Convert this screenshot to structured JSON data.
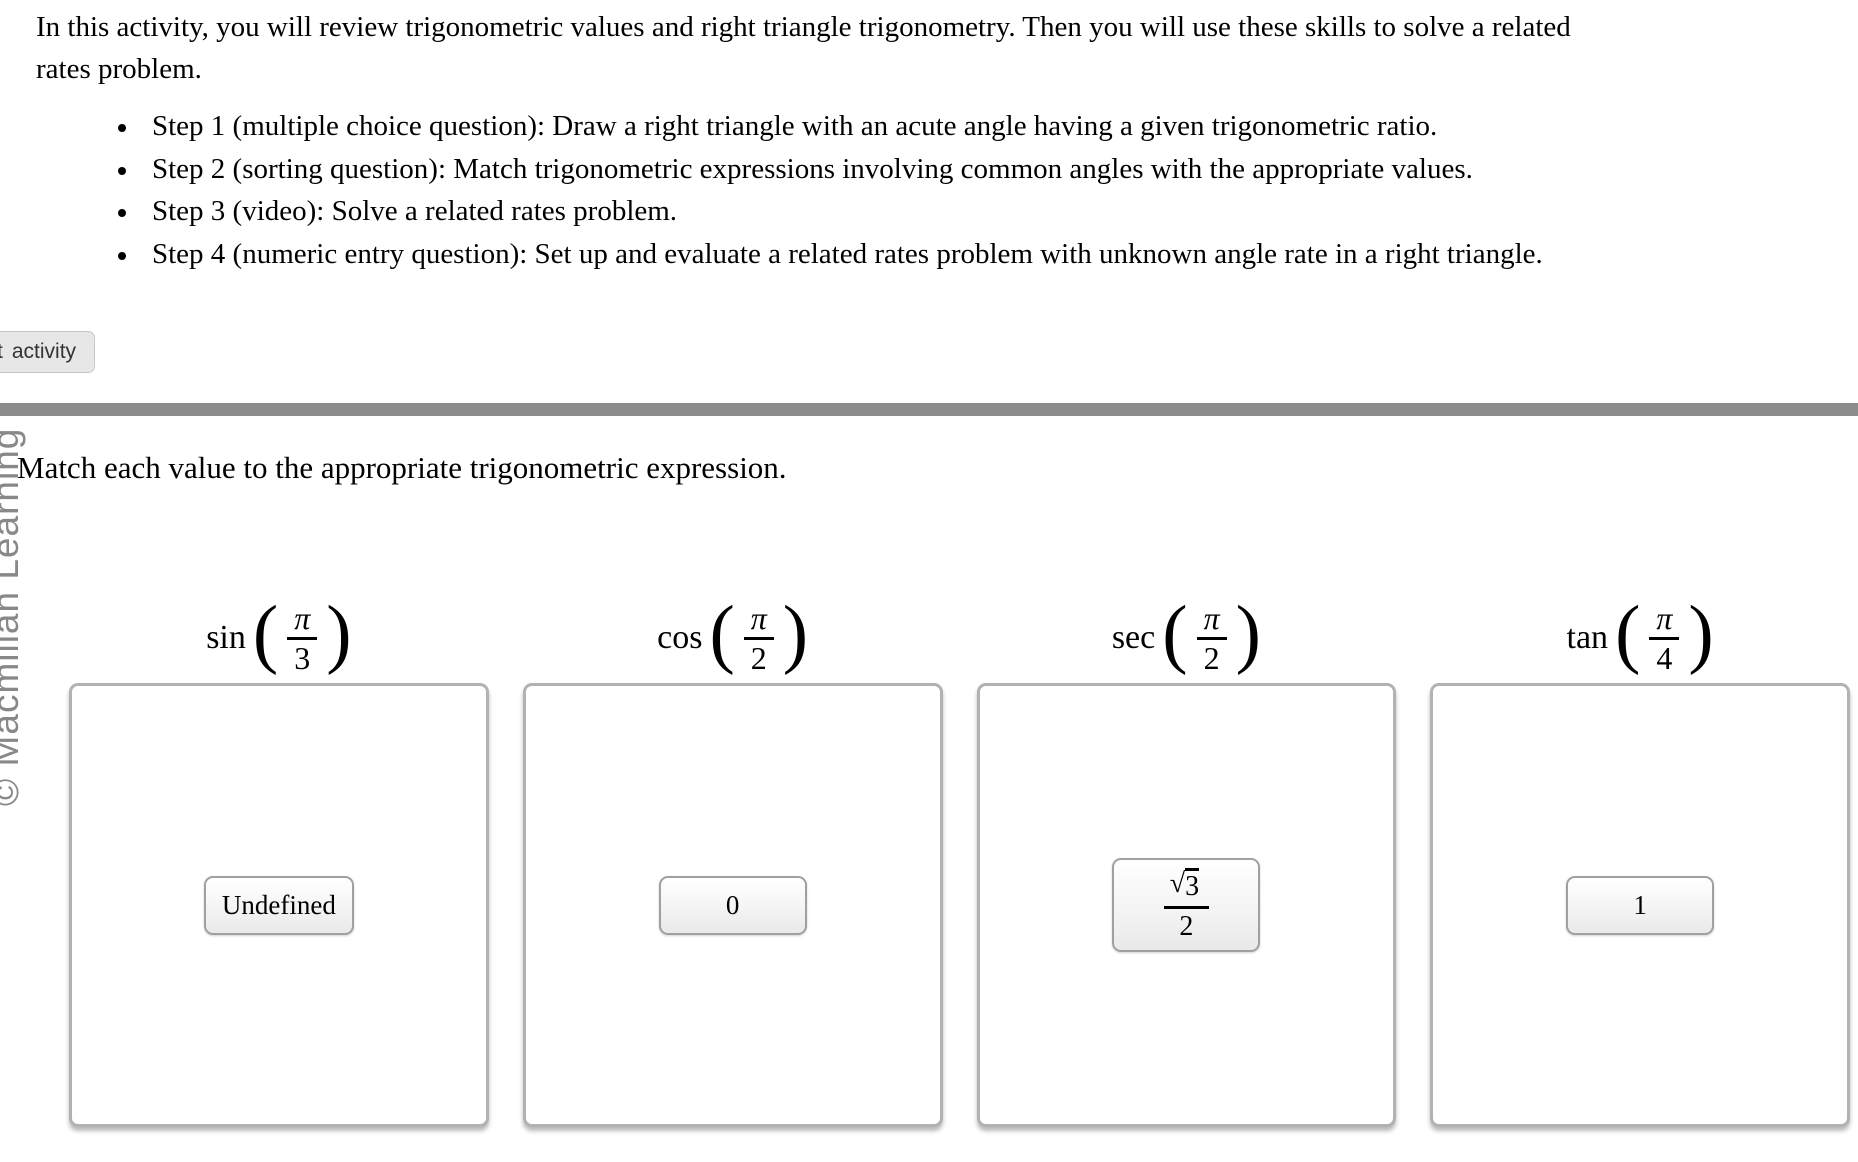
{
  "intro": {
    "paragraph": "In this activity, you will review trigonometric values and right triangle trigonometry. Then you will use these skills to solve a related rates problem.",
    "steps": [
      "Step 1 (multiple choice question): Draw a right triangle with an acute angle having a given trigonometric ratio.",
      "Step 2 (sorting question): Match trigonometric expressions involving common angles with the appropriate values.",
      "Step 3 (video): Solve a related rates problem.",
      "Step 4 (numeric entry question): Set up and evaluate a related rates problem with unknown angle rate in a right triangle."
    ]
  },
  "activity_button": {
    "clipped_fragment": "t",
    "label": "activity"
  },
  "watermark": {
    "text": "© Macmillan Learning"
  },
  "question": {
    "prompt": "Match each value to the appropriate trigonometric expression."
  },
  "symbols": {
    "open_paren": "(",
    "close_paren": ")"
  },
  "columns": [
    {
      "expression": {
        "func": "sin",
        "num": "π",
        "den": "3"
      },
      "chip": {
        "type": "text",
        "label": "Undefined"
      }
    },
    {
      "expression": {
        "func": "cos",
        "num": "π",
        "den": "2"
      },
      "chip": {
        "type": "text",
        "label": "0"
      }
    },
    {
      "expression": {
        "func": "sec",
        "num": "π",
        "den": "2"
      },
      "chip": {
        "type": "fraction",
        "radical": "√",
        "radicand": "3",
        "den": "2"
      }
    },
    {
      "expression": {
        "func": "tan",
        "num": "π",
        "den": "4"
      },
      "chip": {
        "type": "text",
        "label": "1"
      }
    }
  ],
  "colors": {
    "divider": "#8c8c8c",
    "box_border": "#b2b2b2",
    "chip_border": "#a0a0a0",
    "button_bg": "#e7e7e7",
    "watermark_text": "#888888"
  }
}
